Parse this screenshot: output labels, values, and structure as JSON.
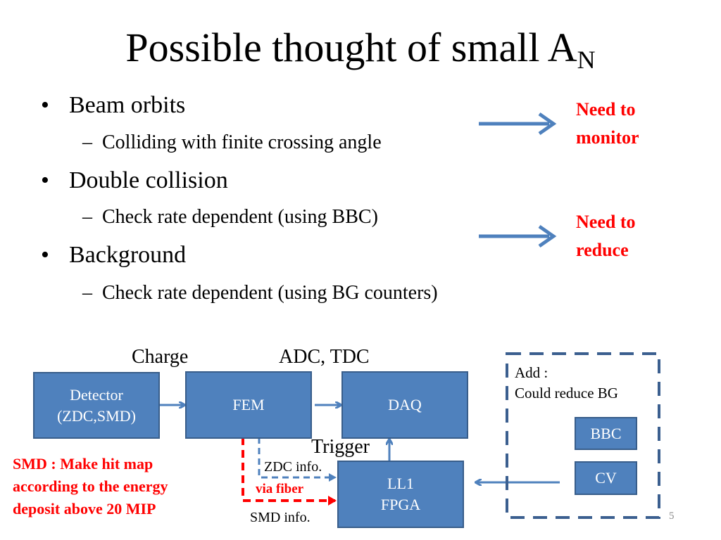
{
  "title": {
    "main": "Possible thought of small A",
    "subscript": "N"
  },
  "bullets": [
    {
      "marker": "•",
      "text": "Beam orbits",
      "sub": {
        "marker": "–",
        "text": "Colliding with finite crossing angle"
      }
    },
    {
      "marker": "•",
      "text": "Double collision",
      "sub": {
        "marker": "–",
        "text": "Check rate dependent (using BBC)"
      }
    },
    {
      "marker": "•",
      "text": "Background",
      "sub": {
        "marker": "–",
        "text": "Check rate dependent (using BG counters)"
      }
    }
  ],
  "notes": {
    "monitor": [
      "Need to",
      "monitor"
    ],
    "reduce": [
      "Need to",
      "reduce"
    ]
  },
  "diagram": {
    "labels": {
      "charge": "Charge",
      "adc_tdc": "ADC, TDC",
      "trigger": "Trigger",
      "zdc_info": "ZDC info.",
      "smd_info": "SMD info.",
      "via_fiber": "via fiber"
    },
    "boxes": {
      "detector": [
        "Detector",
        "(ZDC,SMD)"
      ],
      "fem": "FEM",
      "daq": "DAQ",
      "ll1": [
        "LL1",
        "FPGA"
      ],
      "bbc": "BBC",
      "cv": "CV"
    },
    "add_note": [
      "Add :",
      "Could reduce BG"
    ],
    "smd_note": [
      "SMD : Make hit map",
      "according to the energy",
      "deposit above 20 MIP"
    ]
  },
  "page_number": "5",
  "colors": {
    "box_fill": "#4f81bd",
    "box_border": "#385d8a",
    "arrow": "#4f81bd",
    "red": "#ff0000",
    "dash_frame": "#3b5f8f"
  }
}
